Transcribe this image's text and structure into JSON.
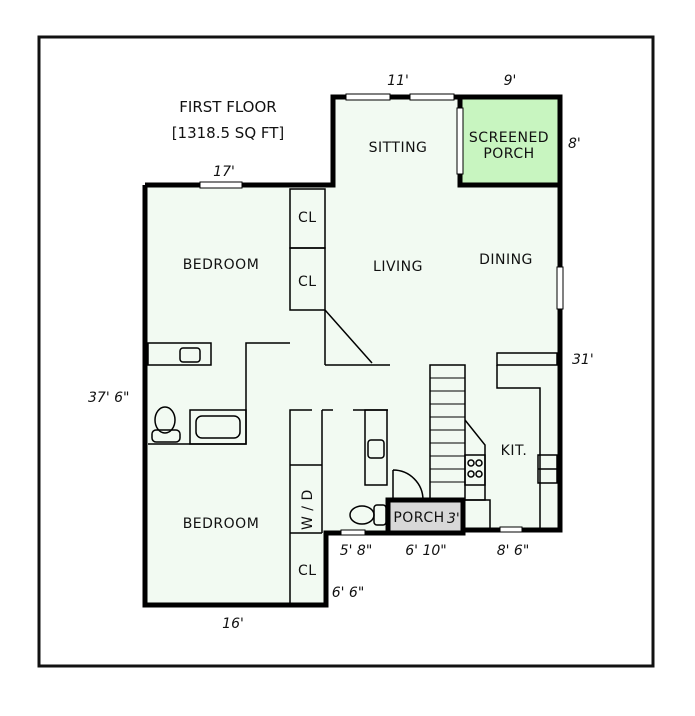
{
  "title": "FIRST FLOOR",
  "area": "[1318.5 SQ FT]",
  "rooms": {
    "sitting": "SITTING",
    "screened_porch_1": "SCREENED",
    "screened_porch_2": "PORCH",
    "bedroom_1": "BEDROOM",
    "living": "LIVING",
    "dining": "DINING",
    "kitchen": "KIT.",
    "bedroom_2": "BEDROOM",
    "porch": "PORCH",
    "closet_1": "CL",
    "closet_2": "CL",
    "closet_3": "CL",
    "laundry": "W / D"
  },
  "dimensions": {
    "sitting_width": "11'",
    "porch_width": "9'",
    "porch_depth": "8'",
    "bedroom_width": "17'",
    "total_depth": "37' 6\"",
    "right_depth": "31'",
    "porch_small": "3'",
    "seg_1": "5' 8\"",
    "seg_2": "6' 10\"",
    "seg_3": "8' 6\"",
    "seg_4": "6' 6\"",
    "bottom_width": "16'"
  },
  "colors": {
    "interior": "#f2faf2",
    "screened_porch": "#c8f5c0",
    "porch": "#d8d8d8",
    "wall": "#000000"
  }
}
